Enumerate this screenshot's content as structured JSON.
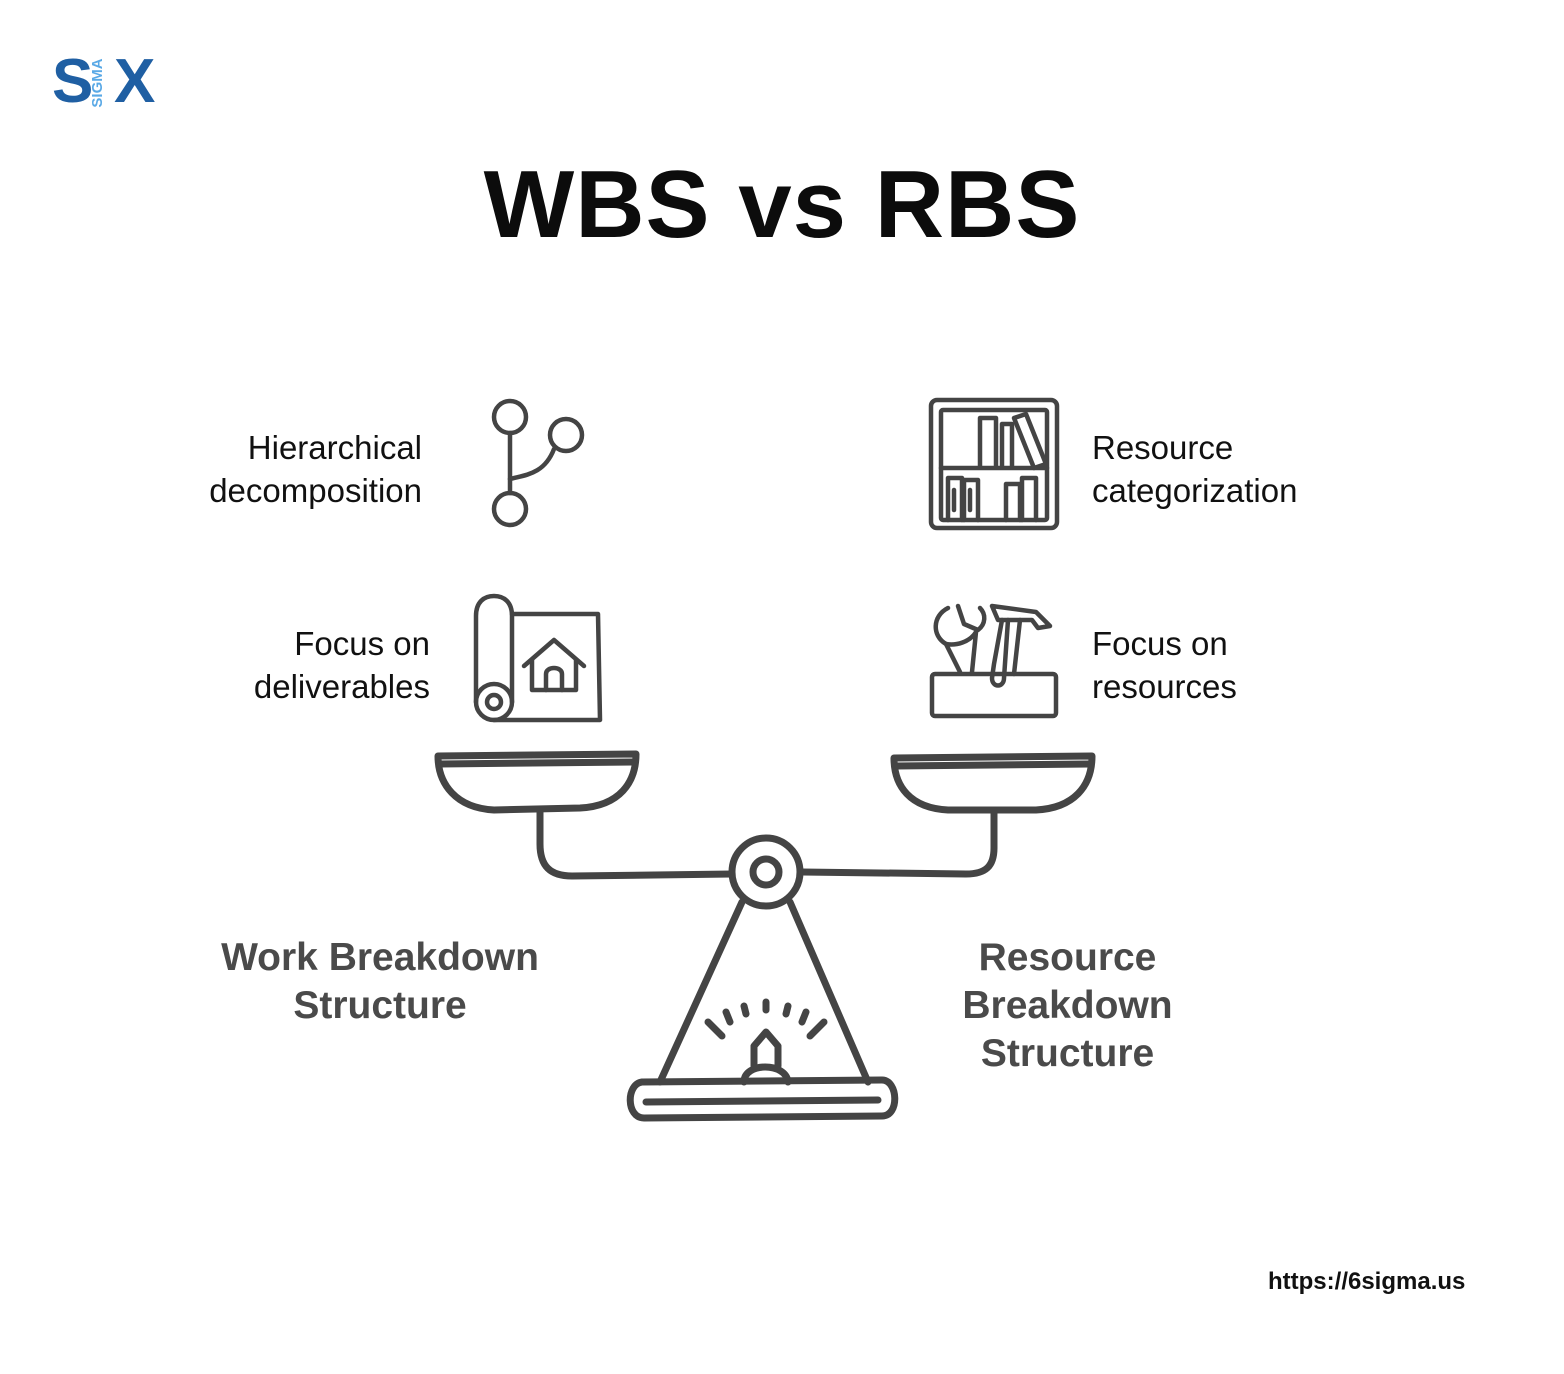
{
  "logo": {
    "s": "S",
    "x": "X",
    "sigma": "SIGMA",
    "color": "#1f5fa3",
    "sigma_color": "#5aa9e6"
  },
  "title": "WBS vs RBS",
  "left": {
    "item1": {
      "line1": "Hierarchical",
      "line2": "decomposition",
      "icon": "hierarchy-branch-icon"
    },
    "item2": {
      "line1": "Focus on",
      "line2": "deliverables",
      "icon": "blueprint-house-icon"
    },
    "name": {
      "line1": "Work Breakdown",
      "line2": "Structure"
    }
  },
  "right": {
    "item1": {
      "line1": "Resource",
      "line2": "categorization",
      "icon": "bookshelf-icon"
    },
    "item2": {
      "line1": "Focus on",
      "line2": "resources",
      "icon": "toolbox-icon"
    },
    "name": {
      "line1": "Resource",
      "line2": "Breakdown",
      "line3": "Structure"
    }
  },
  "scale_icon": "balance-scale-icon",
  "url": "https://6sigma.us"
}
